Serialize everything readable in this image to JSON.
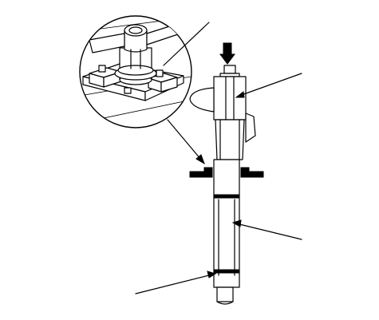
{
  "figure": {
    "line_color": "#000000",
    "background": "#ffffff",
    "parts": [
      "shock-absorber-assembly",
      "piston-rod",
      "detail-inset",
      "press-arrow",
      "support-blocks",
      "leader-lines"
    ]
  }
}
